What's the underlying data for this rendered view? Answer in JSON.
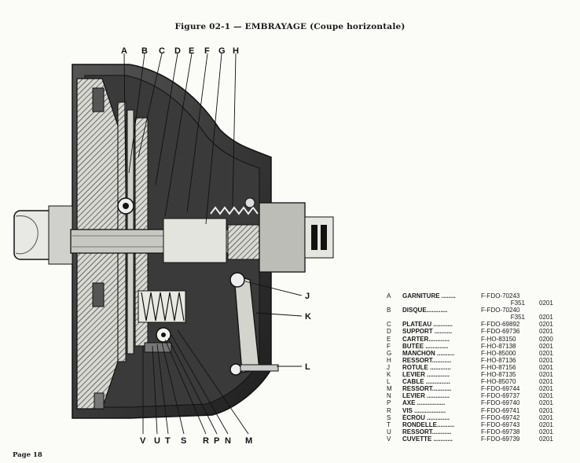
{
  "figure": {
    "title_main": "Figure 02-1 — EMBRAYAGE",
    "title_sub": "(Coupe horizontale)"
  },
  "callouts": {
    "top": [
      "A",
      "B",
      "C",
      "D",
      "E",
      "F",
      "G",
      "H"
    ],
    "right": [
      "J",
      "K",
      "L"
    ],
    "bottom": [
      "V",
      "U",
      "T",
      "S",
      "R",
      "P",
      "N",
      "M"
    ]
  },
  "legend": [
    {
      "letter": "A",
      "name": "GARNITURE ........",
      "ref": "F-FDO-70243",
      "code": ""
    },
    {
      "letter": "",
      "name": "",
      "ref": "F351",
      "code": "0201"
    },
    {
      "letter": "B",
      "name": "DISQUE............",
      "ref": "F-FDO-70240",
      "code": ""
    },
    {
      "letter": "",
      "name": "",
      "ref": "F351",
      "code": "0201"
    },
    {
      "letter": "C",
      "name": "PLATEAU ...........",
      "ref": "F-FDO-69892",
      "code": "0201"
    },
    {
      "letter": "D",
      "name": "SUPPORT ..........",
      "ref": "F-FDO-69736",
      "code": "0201"
    },
    {
      "letter": "E",
      "name": "CARTER............",
      "ref": "F-HO-83150",
      "code": "0200"
    },
    {
      "letter": "F",
      "name": "BUTÉE .............",
      "ref": "F-HO-87138",
      "code": "0201"
    },
    {
      "letter": "G",
      "name": "MANCHON ..........",
      "ref": "F-HO-85000",
      "code": "0201"
    },
    {
      "letter": "H",
      "name": "RESSORT...........",
      "ref": "F-HO-87136",
      "code": "0201"
    },
    {
      "letter": "J",
      "name": "ROTULE ............",
      "ref": "F-HO-87156",
      "code": "0201"
    },
    {
      "letter": "K",
      "name": "LEVIER .............",
      "ref": "F-HO-87135",
      "code": "0201"
    },
    {
      "letter": "L",
      "name": "CABLE ..............",
      "ref": "F-HO-85070",
      "code": "0201"
    },
    {
      "letter": "M",
      "name": "RESSORT...........",
      "ref": "F-FDO-69744",
      "code": "0201"
    },
    {
      "letter": "N",
      "name": "LEVIER .............",
      "ref": "F-FDO-69737",
      "code": "0201"
    },
    {
      "letter": "P",
      "name": "AXE ................",
      "ref": "F-FDO-69740",
      "code": "0201"
    },
    {
      "letter": "R",
      "name": "VIS ..................",
      "ref": "F-FDO-69741",
      "code": "0201"
    },
    {
      "letter": "S",
      "name": "ÉCROU .............",
      "ref": "F-FDO-69742",
      "code": "0201"
    },
    {
      "letter": "T",
      "name": "RONDELLE..........",
      "ref": "F-FDO-69743",
      "code": "0201"
    },
    {
      "letter": "U",
      "name": "RESSORT...........",
      "ref": "F-FDO-69738",
      "code": "0201"
    },
    {
      "letter": "V",
      "name": "CUVETTE ...........",
      "ref": "F-FDO-69739",
      "code": "0201"
    }
  ],
  "footer": {
    "page_label": "Page 18"
  },
  "colors": {
    "ink": "#1a1a1a",
    "dark_fill": "#2b2b2b",
    "mid_fill": "#7a7a7a",
    "paper": "#fbfbf8"
  }
}
